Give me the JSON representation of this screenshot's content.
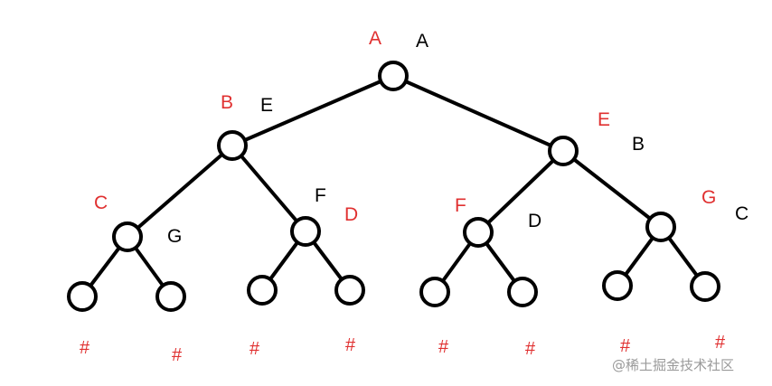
{
  "colors": {
    "red": "#e03030",
    "black": "#000000",
    "watermark": "#9a9a9a"
  },
  "nodes": [
    {
      "id": "root",
      "red_label": "A",
      "black_label": "A"
    },
    {
      "id": "l",
      "red_label": "B",
      "black_label": "E"
    },
    {
      "id": "r",
      "red_label": "E",
      "black_label": "B"
    },
    {
      "id": "ll",
      "red_label": "C",
      "black_label": "G"
    },
    {
      "id": "lr",
      "red_label": "D",
      "black_label": "F"
    },
    {
      "id": "rl",
      "red_label": "F",
      "black_label": "D"
    },
    {
      "id": "rr",
      "red_label": "G",
      "black_label": "C"
    }
  ],
  "null_marker": "#",
  "watermark": "@稀土掘金技术社区"
}
